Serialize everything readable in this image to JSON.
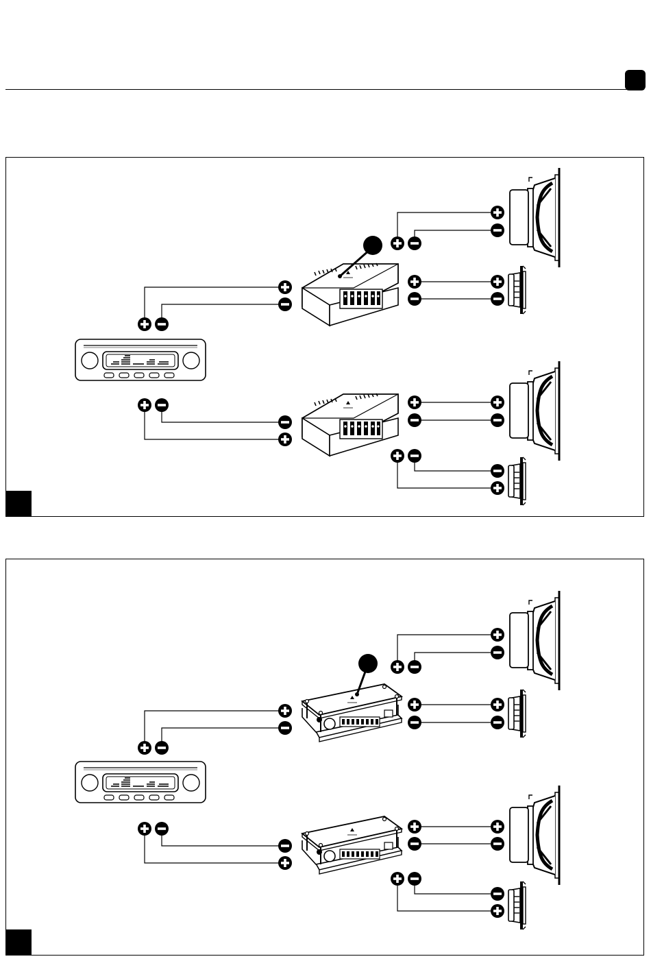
{
  "page": {
    "header_rule": true,
    "corner_tab": "black-rounded-square"
  },
  "panels": [
    {
      "id": "diagram-a",
      "variant": "passive-box-crossover",
      "source": "car-stereo-headunit",
      "channels": 2,
      "per_channel": [
        "crossover",
        "woofer",
        "tweeter"
      ],
      "polarity_symbols": [
        "+",
        "−"
      ],
      "callout_marker": true
    },
    {
      "id": "diagram-b",
      "variant": "open-board-crossover",
      "source": "car-stereo-headunit",
      "channels": 2,
      "per_channel": [
        "crossover",
        "woofer",
        "tweeter"
      ],
      "polarity_symbols": [
        "+",
        "−"
      ],
      "callout_marker": true
    }
  ],
  "colors": {
    "ink": "#000000",
    "paper": "#ffffff"
  }
}
